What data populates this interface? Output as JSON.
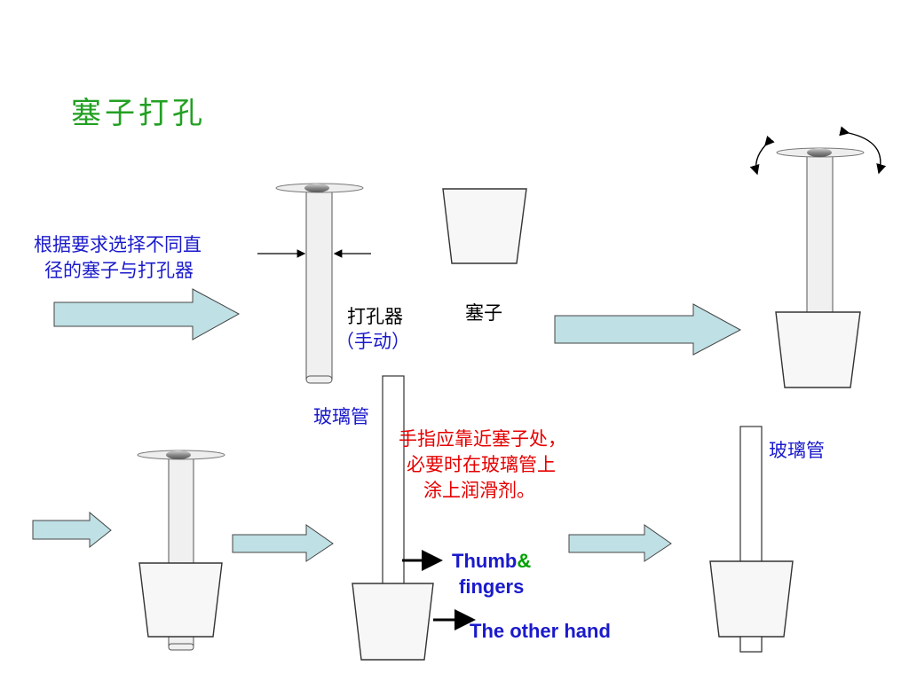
{
  "slide": {
    "title": "塞子打孔",
    "instruction_line1": "根据要求选择不同直",
    "instruction_line2": "径的塞子与打孔器",
    "borer_label_line1": "打孔器",
    "borer_label_line2": "（手动）",
    "stopper_label": "塞子",
    "glass_tube_label_1": "玻璃管",
    "glass_tube_label_2": "玻璃管",
    "note_line1": "手指应靠近塞子处，",
    "note_line2": "必要时在玻璃管上",
    "note_line3": "涂上润滑剂。",
    "thumb_label": "Thumb",
    "ampersand": "&",
    "fingers_label": "fingers",
    "other_hand_label": "The other hand"
  },
  "colors": {
    "title": "#22a022",
    "blue_text": "#1a1acc",
    "red_text": "#e60000",
    "arrow_fill": "#bfe0e4",
    "tube_fill": "#f0f0f0"
  }
}
